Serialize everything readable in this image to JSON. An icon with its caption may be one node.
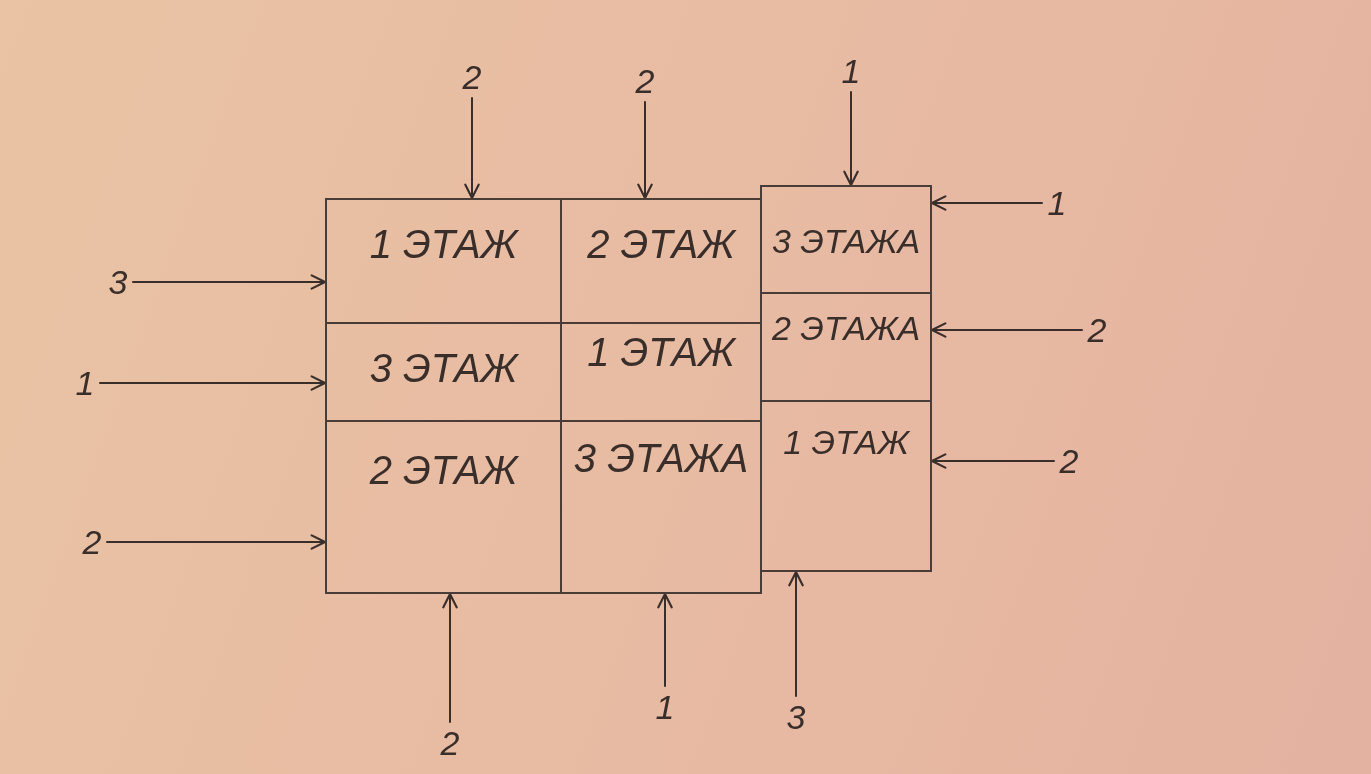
{
  "diagram": {
    "nodes": [
      {
        "text": [
          "2"
        ]
      },
      {
        "text": [
          "2"
        ]
      },
      {
        "text": [
          "1"
        ]
      },
      {
        "text": [
          "3"
        ]
      },
      {
        "text": [
          "1 ЭТАЖ"
        ]
      },
      {
        "text": [
          "2 ЭТАЖ"
        ]
      },
      {
        "text": [
          "3 ЭТАЖА"
        ]
      },
      {
        "text": [
          "1"
        ]
      },
      {
        "text": [
          "1"
        ]
      },
      {
        "text": [
          "3 ЭТАЖ"
        ]
      },
      {
        "text": [
          "1 ЭТАЖ"
        ]
      },
      {
        "text": [
          "2 ЭТАЖА"
        ]
      },
      {
        "text": [
          "2"
        ]
      },
      {
        "text": [
          "2"
        ]
      },
      {
        "text": [
          "2 ЭТАЖ"
        ]
      },
      {
        "text": [
          "3 ЭТАЖА"
        ]
      },
      {
        "text": [
          "1 ЭТАЖ"
        ]
      },
      {
        "text": [
          "2"
        ]
      },
      {
        "text": [
          "2"
        ]
      },
      {
        "text": [
          "1"
        ]
      },
      {
        "text": [
          "3"
        ]
      }
    ],
    "edges": [
      {
        "from": 0,
        "to": 4,
        "arrow": "to"
      },
      {
        "from": 1,
        "to": 5,
        "arrow": "to"
      },
      {
        "from": 2,
        "to": 6,
        "arrow": "to"
      },
      {
        "from": 3,
        "to": 4,
        "arrow": "to"
      },
      {
        "from": 7,
        "to": 6,
        "arrow": "to"
      },
      {
        "from": 8,
        "to": 9,
        "arrow": "to"
      },
      {
        "from": 12,
        "to": 11,
        "arrow": "to"
      },
      {
        "from": 13,
        "to": 14,
        "arrow": "to"
      },
      {
        "from": 17,
        "to": 16,
        "arrow": "to"
      },
      {
        "from": 18,
        "to": 14,
        "arrow": "to"
      },
      {
        "from": 19,
        "to": 15,
        "arrow": "to"
      },
      {
        "from": 20,
        "to": 16,
        "arrow": "to"
      }
    ]
  }
}
